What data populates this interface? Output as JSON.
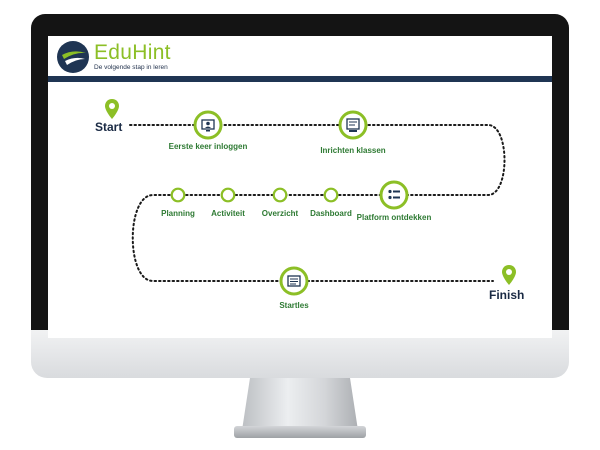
{
  "brand": {
    "name": "EduHint",
    "tagline": "De volgende stap in leren",
    "accent_color": "#8cbf26",
    "header_bar_color": "#1f3553"
  },
  "journey": {
    "start_label": "Start",
    "finish_label": "Finish",
    "milestones": [
      {
        "label": "Eerste keer inloggen",
        "icon": "login-screen-icon"
      },
      {
        "label": "Inrichten klassen",
        "icon": "classroom-board-icon"
      },
      {
        "label": "Platform ontdekken",
        "icon": "checklist-icon"
      },
      {
        "label": "Startles",
        "icon": "lesson-document-icon"
      }
    ],
    "steps": [
      "Planning",
      "Activiteit",
      "Overzicht",
      "Dashboard"
    ]
  }
}
